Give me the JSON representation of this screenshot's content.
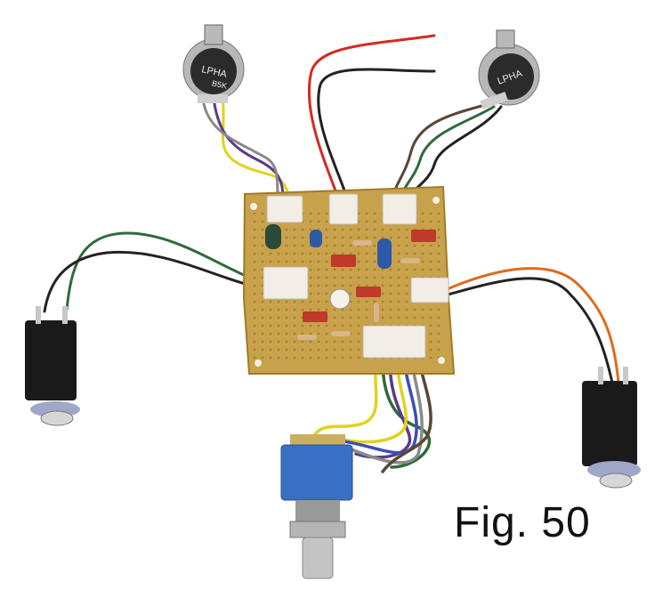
{
  "figure": {
    "caption": "Fig. 50"
  },
  "potentiometers": [
    {
      "label": "LPHA",
      "sublabel": "B5K"
    },
    {
      "label": "LPHA",
      "sublabel": ""
    }
  ],
  "colors": {
    "board": "#c8a24a",
    "board_dark": "#b08a36",
    "connector": "#f2eee6",
    "jack_body": "#1a1a1a",
    "switch_blue": "#3a6fc4",
    "wire_red": "#d42a22",
    "wire_black": "#222222",
    "wire_green": "#2f6b3a",
    "wire_brown": "#5b4632",
    "wire_yellow": "#e2d21c",
    "wire_purple": "#5a3a8c",
    "wire_orange": "#e06a1c",
    "wire_blue": "#3a4fb8",
    "wire_gray": "#8a8a8a"
  }
}
